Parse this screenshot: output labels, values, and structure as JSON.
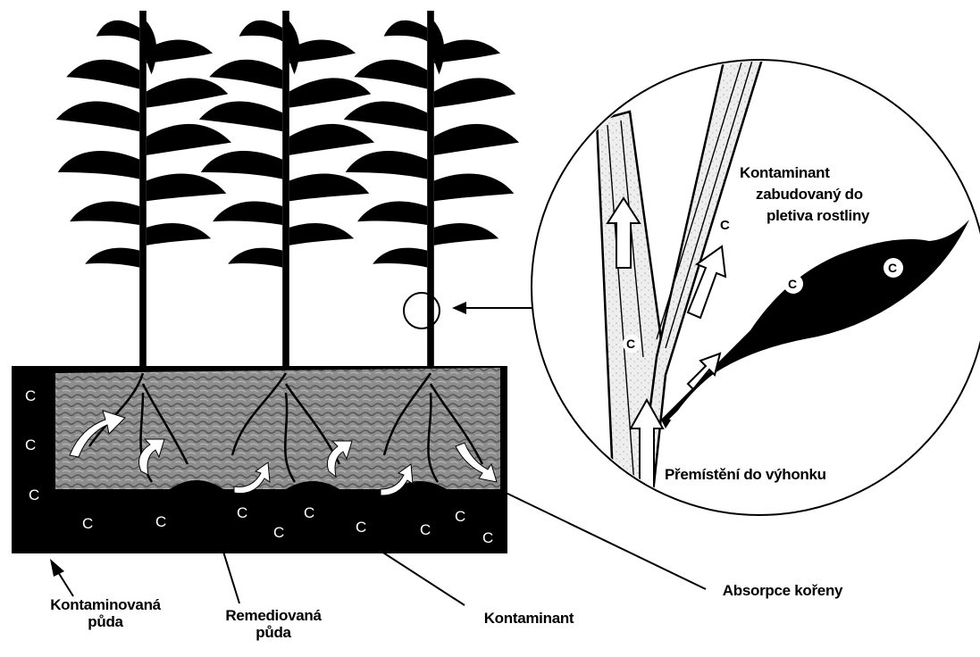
{
  "labels": {
    "contaminated_soil": [
      "Kontaminovaná",
      "půda"
    ],
    "remediated_soil": [
      "Remediovaná",
      "půda"
    ],
    "contaminant": "Kontaminant",
    "root_absorption": "Absorpce kořeny",
    "incorporated": [
      "Kontaminant",
      "zabudovaný do",
      "pletiva rostliny"
    ],
    "translocation": "Přemístění do výhonku"
  },
  "contaminant_symbol": "C",
  "colors": {
    "ink": "#000000",
    "paper": "#ffffff",
    "remediated_soil": "#8a8a8a",
    "stem_fill": "#e6e6e6"
  }
}
